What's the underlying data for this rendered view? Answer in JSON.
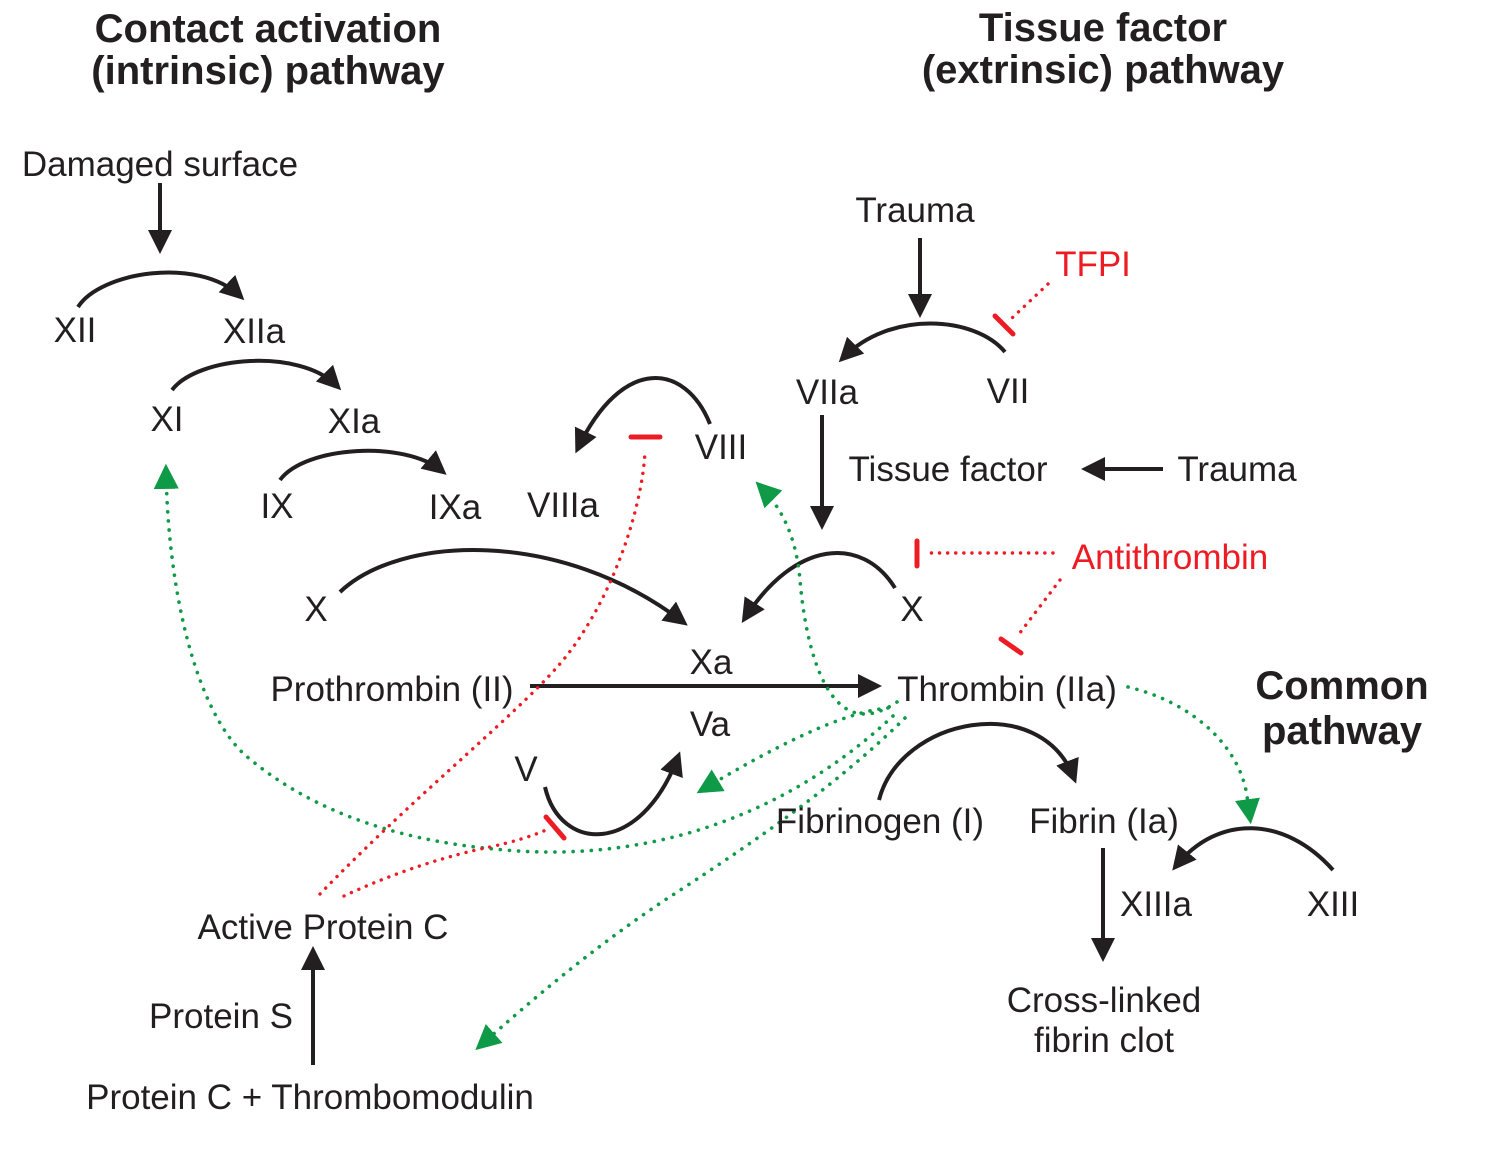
{
  "colors": {
    "ink": "#231f20",
    "red": "#ed1c24",
    "green": "#0f9a48",
    "bg": "#ffffff"
  },
  "titles": {
    "intrinsic_1": "Contact activation",
    "intrinsic_2": "(intrinsic) pathway",
    "extrinsic_1": "Tissue factor",
    "extrinsic_2": "(extrinsic) pathway",
    "common_1": "Common",
    "common_2": "pathway"
  },
  "labels": {
    "damaged_surface": "Damaged surface",
    "xii": "XII",
    "xiia": "XIIa",
    "xi": "XI",
    "xia": "XIa",
    "ix": "IX",
    "ixa": "IXa",
    "viiia": "VIIIa",
    "viii": "VIII",
    "x_left": "X",
    "xa": "Xa",
    "va": "Va",
    "v": "V",
    "prothrombin": "Prothrombin (II)",
    "thrombin": "Thrombin (IIa)",
    "trauma_top": "Trauma",
    "viia": "VIIa",
    "vii": "VII",
    "tissue_factor": "Tissue factor",
    "trauma_right": "Trauma",
    "x_right": "X",
    "fibrinogen": "Fibrinogen (I)",
    "fibrin": "Fibrin (Ia)",
    "xiiia": "XIIIa",
    "xiii": "XIII",
    "cross_linked_1": "Cross-linked",
    "cross_linked_2": "fibrin clot",
    "active_protein_c": "Active Protein C",
    "protein_s": "Protein S",
    "protein_c_thrombomodulin": "Protein C + Thrombomodulin",
    "tfpi": "TFPI",
    "antithrombin": "Antithrombin"
  }
}
